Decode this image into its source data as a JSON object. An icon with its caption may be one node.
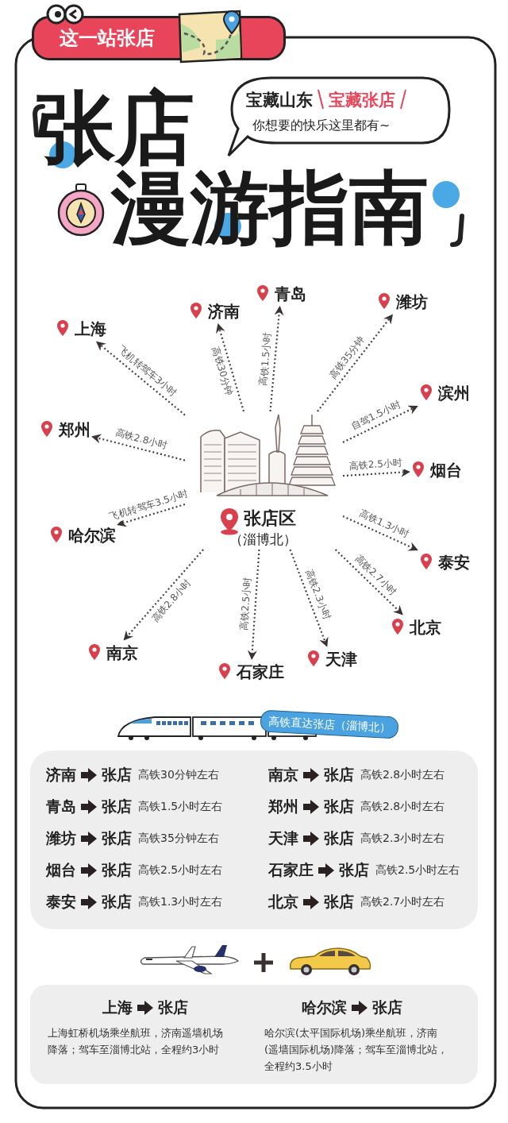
{
  "diagram": {
    "title": "张店漫游指南",
    "nodes": [
      {
        "text": [
          "这一站张店"
        ]
      },
      {
        "text": [
          "宝藏山东",
          "宝藏张店",
          "你想要的快乐这里都有~"
        ]
      },
      {
        "text": [
          "张店区",
          "（淄博北）"
        ]
      },
      {
        "text": [
          "上海"
        ]
      },
      {
        "text": [
          "济南"
        ]
      },
      {
        "text": [
          "青岛"
        ]
      },
      {
        "text": [
          "潍坊"
        ]
      },
      {
        "text": [
          "郑州"
        ]
      },
      {
        "text": [
          "滨州"
        ]
      },
      {
        "text": [
          "烟台"
        ]
      },
      {
        "text": [
          "哈尔滨"
        ]
      },
      {
        "text": [
          "泰安"
        ]
      },
      {
        "text": [
          "南京"
        ]
      },
      {
        "text": [
          "石家庄"
        ]
      },
      {
        "text": [
          "天津"
        ]
      },
      {
        "text": [
          "北京"
        ]
      }
    ],
    "edges": [
      {
        "from": 2,
        "to": 3,
        "arrow": "to",
        "label": "飞机转驾车3小时"
      },
      {
        "from": 2,
        "to": 4,
        "arrow": "to",
        "label": "高铁30分钟"
      },
      {
        "from": 2,
        "to": 5,
        "arrow": "to",
        "label": "高铁1.5小时"
      },
      {
        "from": 2,
        "to": 6,
        "arrow": "to",
        "label": "高铁35分钟"
      },
      {
        "from": 2,
        "to": 7,
        "arrow": "to",
        "label": "高铁2.8小时"
      },
      {
        "from": 2,
        "to": 8,
        "arrow": "to",
        "label": "自驾1.5小时"
      },
      {
        "from": 2,
        "to": 9,
        "arrow": "to",
        "label": "高铁2.5小时"
      },
      {
        "from": 2,
        "to": 10,
        "arrow": "to",
        "label": "飞机转驾车3.5小时"
      },
      {
        "from": 2,
        "to": 11,
        "arrow": "to",
        "label": "高铁1.3小时"
      },
      {
        "from": 2,
        "to": 12,
        "arrow": "to",
        "label": "高铁2.8小时"
      },
      {
        "from": 2,
        "to": 13,
        "arrow": "to",
        "label": "高铁2.5小时"
      },
      {
        "from": 2,
        "to": 14,
        "arrow": "to",
        "label": "高铁2.3小时"
      },
      {
        "from": 2,
        "to": 15,
        "arrow": "to",
        "label": "高铁2.7小时"
      }
    ],
    "labels": [
      "高铁直达张店（淄博北）",
      "济南",
      "张店",
      "高铁30分钟左右",
      "南京",
      "张店",
      "高铁2.8小时左右",
      "青岛",
      "张店",
      "高铁1.5小时左右",
      "郑州",
      "张店",
      "高铁2.8小时左右",
      "潍坊",
      "张店",
      "高铁35分钟左右",
      "天津",
      "张店",
      "高铁2.3小时左右",
      "烟台",
      "张店",
      "高铁2.5小时左右",
      "石家庄",
      "张店",
      "高铁2.5小时左右",
      "泰安",
      "张店",
      "高铁1.3小时左右",
      "北京",
      "张店",
      "高铁2.7小时左右",
      "上海",
      "张店",
      "哈尔滨",
      "张店",
      "上海虹桥机场乘坐航班，济南遥墙机场降落；驾车至淄博北站，全程约3小时",
      "哈尔滨(太平国际机场)乘坐航班，济南(遥墙国际机场)降落；驾车至淄博北站，全程约3.5小时"
    ]
  }
}
